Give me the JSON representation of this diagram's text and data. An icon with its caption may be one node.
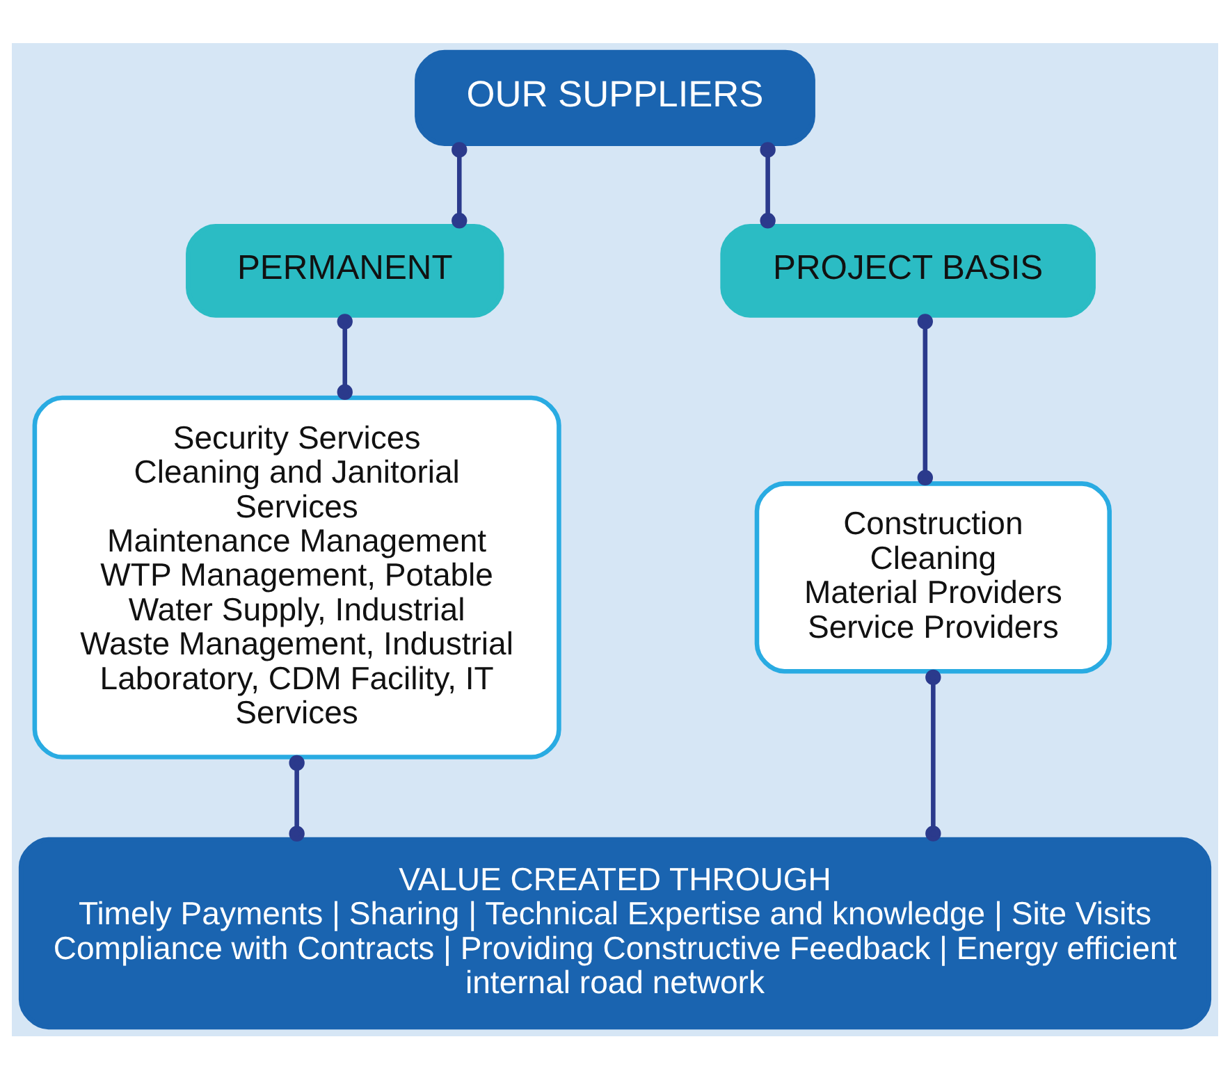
{
  "diagram": {
    "nodes": [
      {
        "text": [
          "OUR SUPPLIERS"
        ]
      },
      {
        "text": [
          "PERMANENT"
        ]
      },
      {
        "text": [
          "PROJECT BASIS"
        ]
      },
      {
        "text": [
          "Security Services",
          "Cleaning and Janitorial Services",
          "Maintenance Management",
          "WTP Management, Potable Water Supply, Industrial Waste Management, Industrial Laboratory, CDM Facility, IT Services"
        ]
      },
      {
        "text": [
          "Construction",
          "Cleaning",
          "Material Providers",
          "Service Providers"
        ]
      },
      {
        "text": [
          "VALUE CREATED THROUGH",
          "Timely Payments | Sharing | Technical Expertise and knowledge | Site Visits Compliance with Contracts | Providing Constructive Feedback | Energy efficient internal road network"
        ]
      }
    ],
    "edges": [
      {
        "from": 0,
        "to": 1,
        "arrow": "other"
      },
      {
        "from": 0,
        "to": 2,
        "arrow": "other"
      },
      {
        "from": 1,
        "to": 3,
        "arrow": "other"
      },
      {
        "from": 2,
        "to": 4,
        "arrow": "other"
      },
      {
        "from": 3,
        "to": 5,
        "arrow": "other"
      },
      {
        "from": 4,
        "to": 5,
        "arrow": "other"
      }
    ]
  }
}
